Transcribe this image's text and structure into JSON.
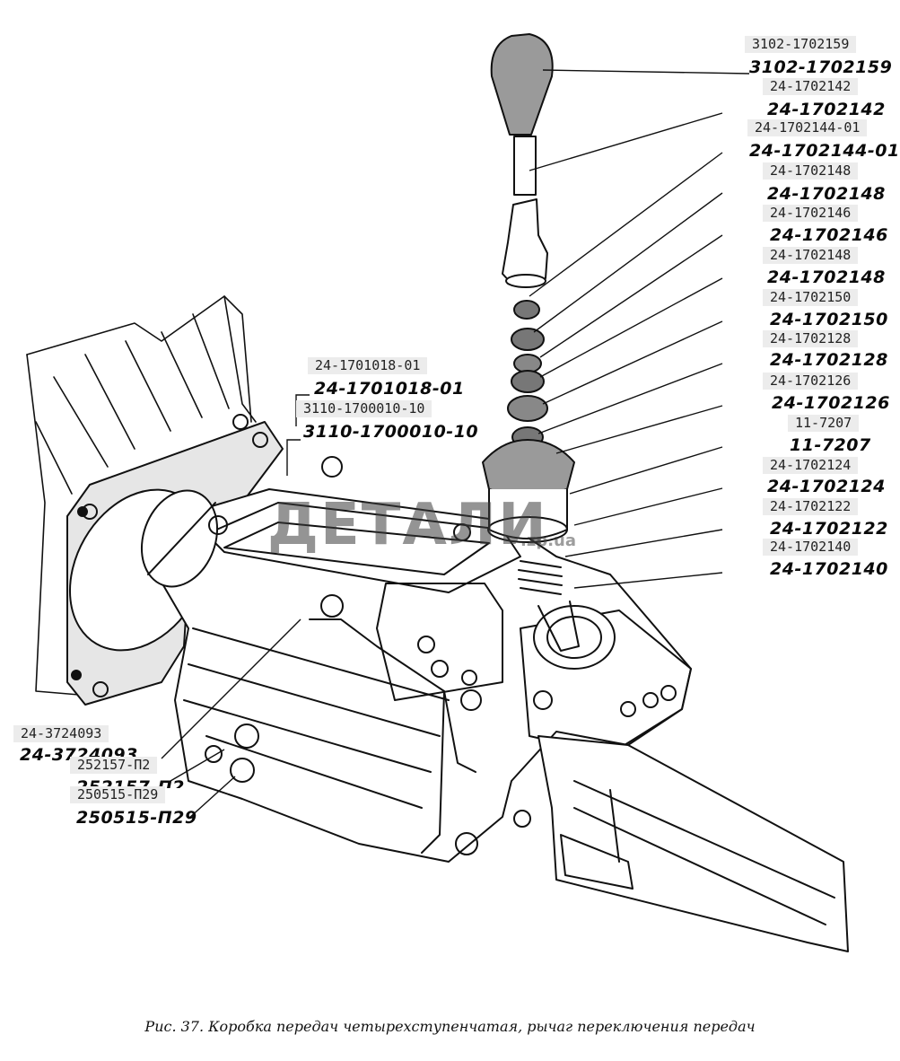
{
  "labels_right": [
    {
      "code": "3102-1702159",
      "label": "3102-1702159"
    },
    {
      "code": "24-1702142",
      "label": "24-1702142"
    },
    {
      "code": "24-1702144-01",
      "label": "24-1702144-01"
    },
    {
      "code": "24-1702148",
      "label": "24-1702148"
    },
    {
      "code": "24-1702146",
      "label": "24-1702146"
    },
    {
      "code": "24-1702148",
      "label": "24-1702148"
    },
    {
      "code": "24-1702150",
      "label": "24-1702150"
    },
    {
      "code": "24-1702128",
      "label": "24-1702128"
    },
    {
      "code": "24-1702126",
      "label": "24-1702126"
    },
    {
      "code": "11-7207",
      "label": "11-7207"
    },
    {
      "code": "24-1702124",
      "label": "24-1702124"
    },
    {
      "code": "24-1702122",
      "label": "24-1702122"
    },
    {
      "code": "24-1702140",
      "label": "24-1702140"
    }
  ],
  "labels_center": [
    {
      "code": "24-1701018-01",
      "label": "24-1701018-01"
    },
    {
      "code": "3110-1700010-10",
      "label": "3110-1700010-10"
    }
  ],
  "labels_left": [
    {
      "code": "24-3724093",
      "label": "24-3724093"
    },
    {
      "code": "252157-П2",
      "label": "252157-П2"
    },
    {
      "code": "250515-П29",
      "label": "250515-П29"
    }
  ],
  "watermark": {
    "brand": "ДЕТАЛИ",
    "domain": ".zp.ua"
  },
  "caption": "Рис. 37. Коробка передач четырехступенчатая, рычаг переключения передач"
}
